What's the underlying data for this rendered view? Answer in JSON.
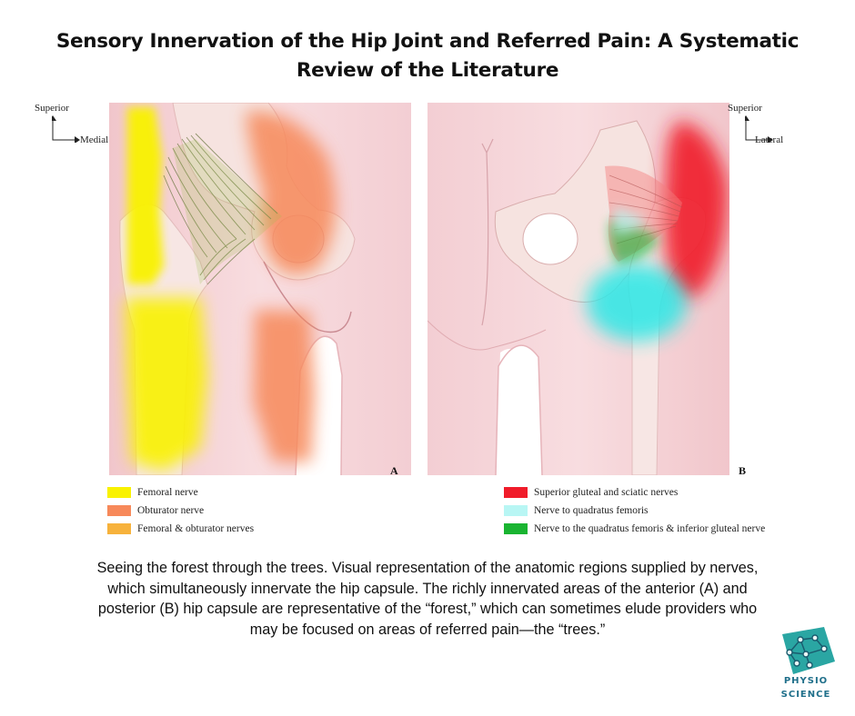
{
  "title": {
    "line1": "Sensory Innervation of the Hip Joint and Referred Pain: A Systematic",
    "line2": "Review of the Literature"
  },
  "panel_a": {
    "letter": "A",
    "orientation": {
      "vertical": "Superior",
      "horizontal": "Medial"
    }
  },
  "panel_b": {
    "letter": "B",
    "orientation": {
      "vertical": "Superior",
      "horizontal": "Lateral"
    }
  },
  "legend_a": [
    {
      "label": "Femoral nerve",
      "color": "#f9f200"
    },
    {
      "label": "Obturator nerve",
      "color": "#f7895a"
    },
    {
      "label": "Femoral & obturator nerves",
      "color": "#f7b23c"
    }
  ],
  "legend_b": [
    {
      "label": "Superior gluteal and sciatic nerves",
      "color": "#f01c2a"
    },
    {
      "label": "Nerve to quadratus femoris",
      "color": "#b8f6f4"
    },
    {
      "label": "Nerve to the quadratus femoris & inferior gluteal nerve",
      "color": "#19b431"
    }
  ],
  "caption": {
    "line1": "Seeing the forest through the trees. Visual representation of the anatomic regions supplied by nerves,",
    "line2": "which simultaneously innervate the hip capsule. The richly innervated areas of the anterior (A) and",
    "line3": "posterior (B) hip capsule are representative of the “forest,” which can sometimes elude providers who",
    "line4": "may be focused on areas of referred pain—the “trees.”"
  },
  "logo": {
    "line1": "PHYSIO",
    "line2": "SCIENCE",
    "color": "#2aa6a3"
  },
  "colors": {
    "skin": "#f7dcdf",
    "skin_edge": "#e7b8bd",
    "bone": "#f9ece9"
  }
}
